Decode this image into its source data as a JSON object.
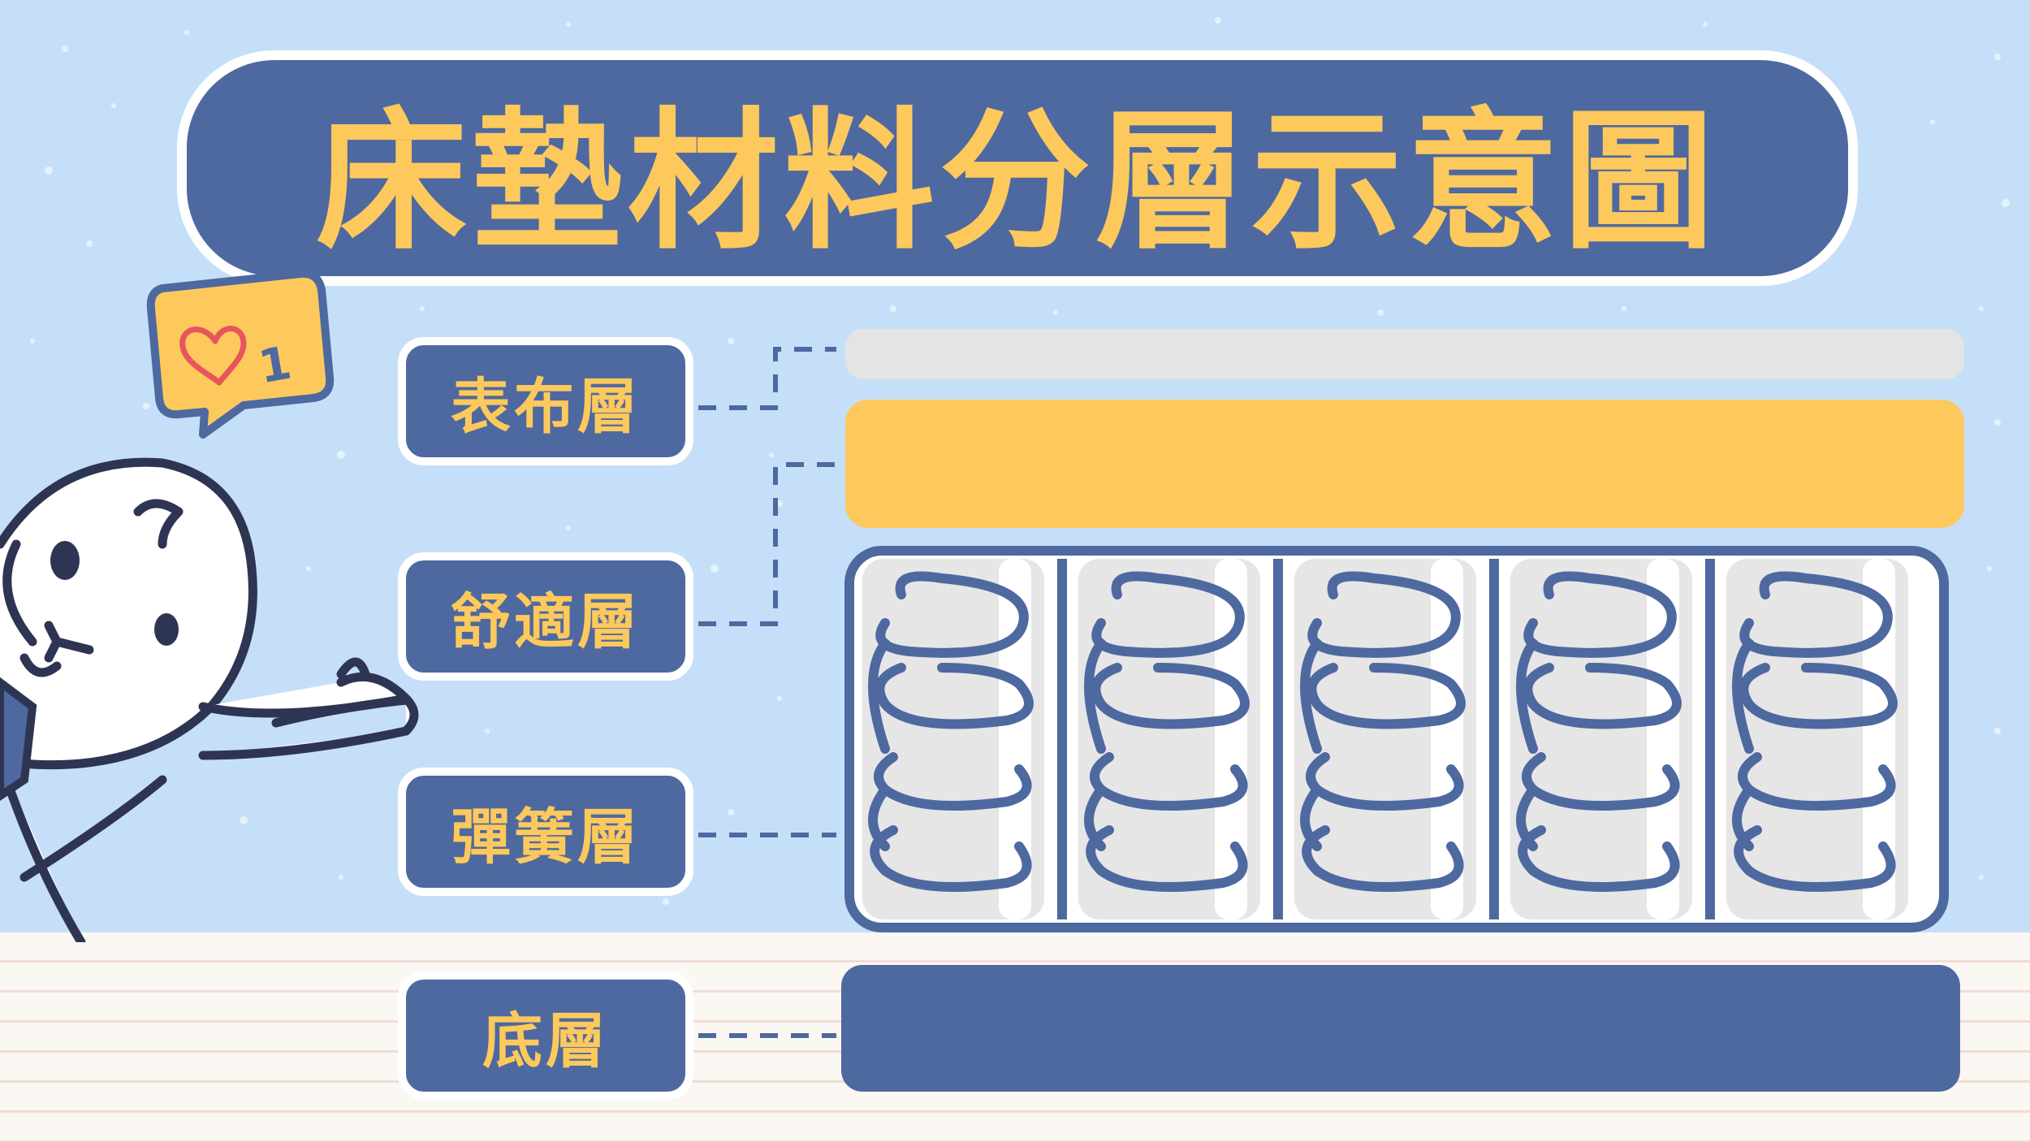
{
  "title": "床墊材料分層示意圖",
  "badge": {
    "count": "1"
  },
  "layers": [
    {
      "label": "表布層",
      "color": "#e4e4e4"
    },
    {
      "label": "舒適層",
      "color": "#fdc95c"
    },
    {
      "label": "彈簧層",
      "color": "#4e69a0"
    },
    {
      "label": "底層",
      "color": "#4e69a0"
    }
  ],
  "colors": {
    "background": "#c6dff8",
    "navy": "#4e69a0",
    "yellow": "#fdc95c",
    "fabric_gray": "#e4e4e4",
    "heart": "#e8555e"
  },
  "icons": [
    "heart-icon",
    "speech-bubble-icon",
    "spring-coil-icon",
    "mascot-character"
  ]
}
